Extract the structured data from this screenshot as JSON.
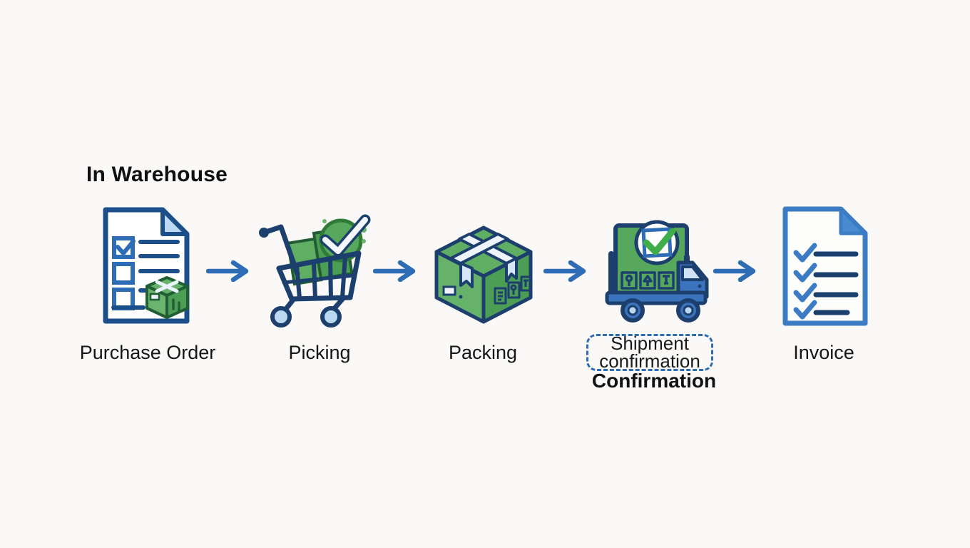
{
  "header": {
    "title": "In Warehouse"
  },
  "flow": {
    "steps": [
      {
        "name": "purchase-order",
        "label": "Purchase Order",
        "icon": "purchase-order-document-icon"
      },
      {
        "name": "picking",
        "label": "Picking",
        "icon": "shopping-cart-check-icon"
      },
      {
        "name": "packing",
        "label": "Packing",
        "icon": "sealed-package-box-icon"
      },
      {
        "name": "shipment-confirmation",
        "box_label_line1": "Shipment",
        "box_label_line2": "confirmation",
        "label": "Confirmation",
        "icon": "delivery-truck-check-icon"
      },
      {
        "name": "invoice",
        "label": "Invoice",
        "icon": "invoice-checklist-icon"
      }
    ],
    "arrow_count": 4
  },
  "colors": {
    "background": "#faf9f7",
    "outline_navy": "#1c3f6e",
    "document_blue": "#1c4e8a",
    "accent_blue": "#2e6cb5",
    "invoice_blue": "#3b7cc4",
    "green": "#57a85c",
    "green_dark": "#4d9e55",
    "green_light": "#66b26a",
    "light_blue_fill": "#bcd8f3",
    "text": "#161616"
  }
}
